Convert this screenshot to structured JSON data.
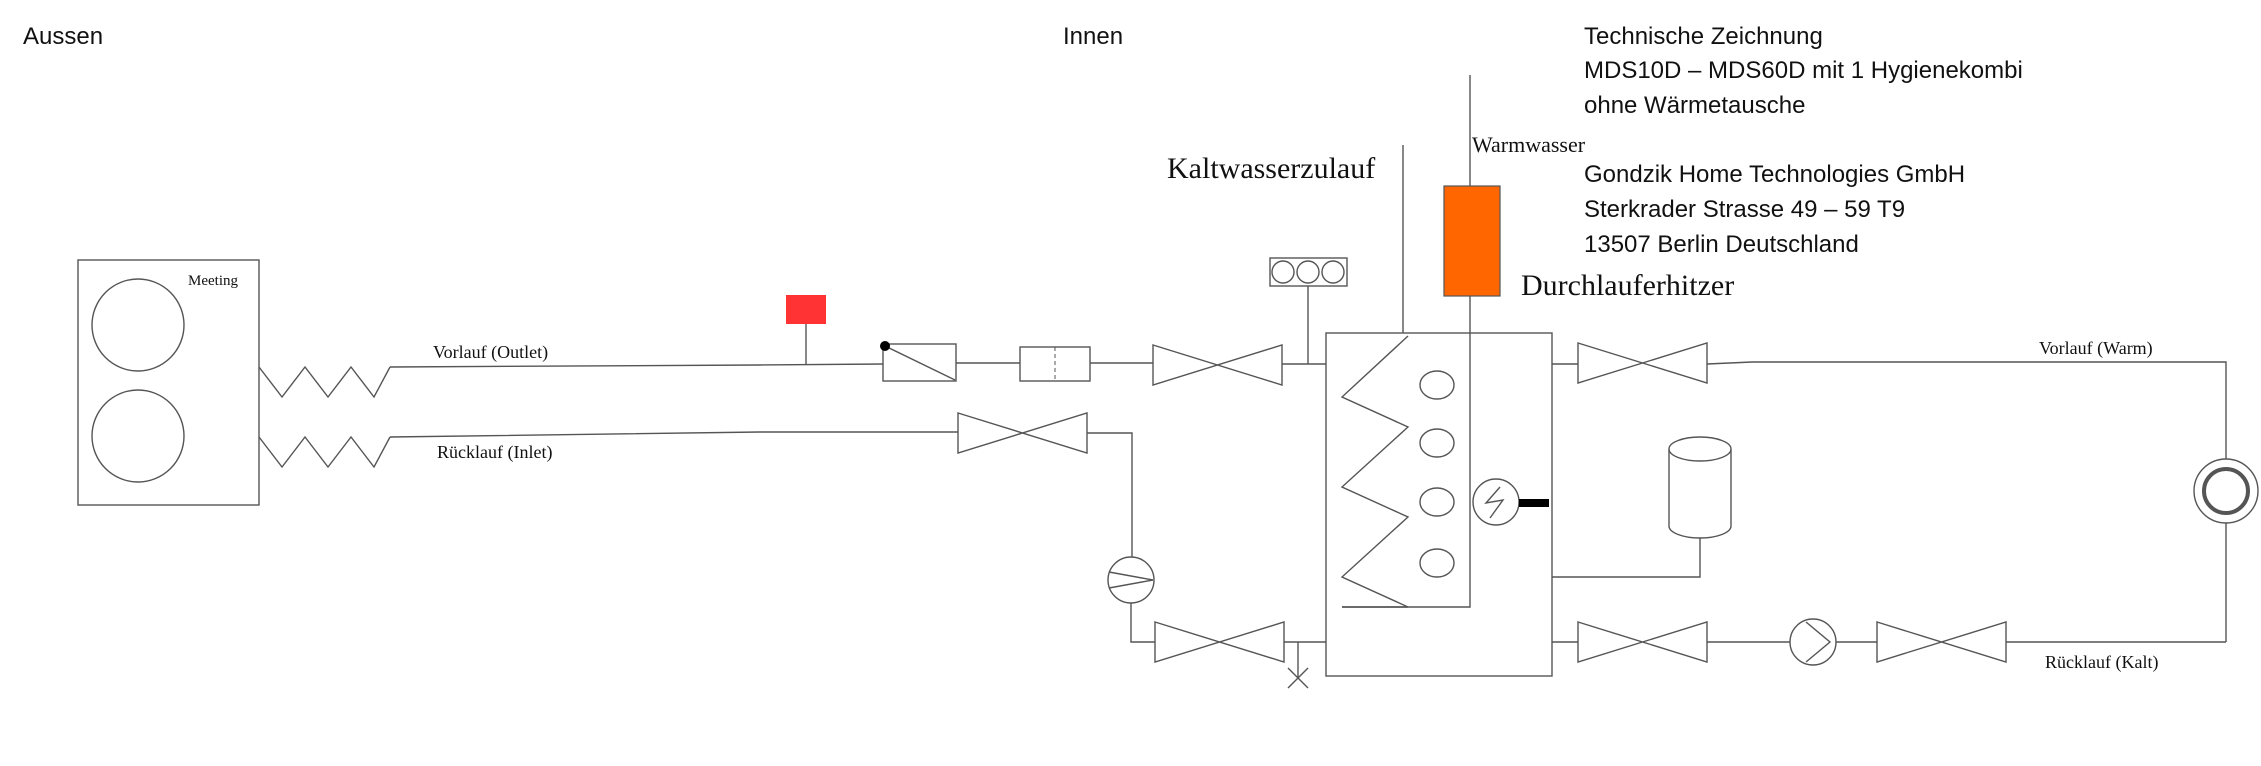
{
  "labels": {
    "outside": "Aussen",
    "inside": "Innen",
    "cold_water_inlet": "Kaltwasserzulauf",
    "hot_water": "Warmwasser",
    "water_heater": "Durchlauferhitzer",
    "heat_pump_label": "Meeting",
    "supply_outlet": "Vorlauf (Outlet)",
    "return_inlet": "Rücklauf (Inlet)",
    "supply_warm": "Vorlauf (Warm)",
    "return_cold": "Rücklauf (Kalt)"
  },
  "info": {
    "line1": "Technische Zeichnung",
    "line2": "MDS10D – MDS60D mit 1 Hygienekombi",
    "line3": "ohne Wärmetausche",
    "line4": "Gondzik Home Technologies GmbH",
    "line5": "Sterkrader Strasse 49 – 59 T9",
    "line6": "13507 Berlin Deutschland"
  },
  "colors": {
    "heater": "#ff6600",
    "indicator": "#ff3333",
    "line": "#555555"
  }
}
